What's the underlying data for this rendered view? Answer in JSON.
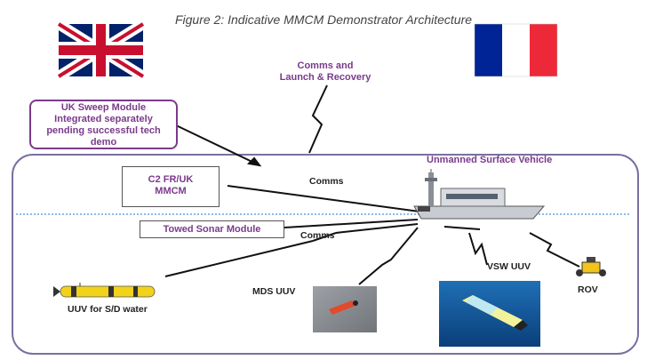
{
  "figure_title": "Figure 2: Indicative MMCM Demonstrator Architecture",
  "labels": {
    "comms_launch_line1": "Comms and",
    "comms_launch_line2": "Launch & Recovery",
    "uk_sweep_line1": "UK Sweep Module",
    "uk_sweep_line2": "Integrated separately",
    "uk_sweep_line3": "pending successful tech",
    "uk_sweep_line4": "demo",
    "c2_line1": "C2 FR/UK",
    "c2_line2": "MMCM",
    "comms_upper": "Comms",
    "comms_lower": "Comms",
    "usv": "Unmanned Surface Vehicle",
    "towed_sonar": "Towed Sonar Module",
    "vsw_uuv": "VSW UUV",
    "mds_uuv": "MDS UUV",
    "uuv_sd": "UUV for S/D water",
    "rov": "ROV"
  },
  "colors": {
    "accent_purple": "#7a3a8c",
    "frame": "#7a6fa0",
    "water_line": "#4a90d9",
    "uk_blue": "#012169",
    "uk_red": "#c8102e",
    "fr_blue": "#002395",
    "fr_red": "#ed2939"
  }
}
